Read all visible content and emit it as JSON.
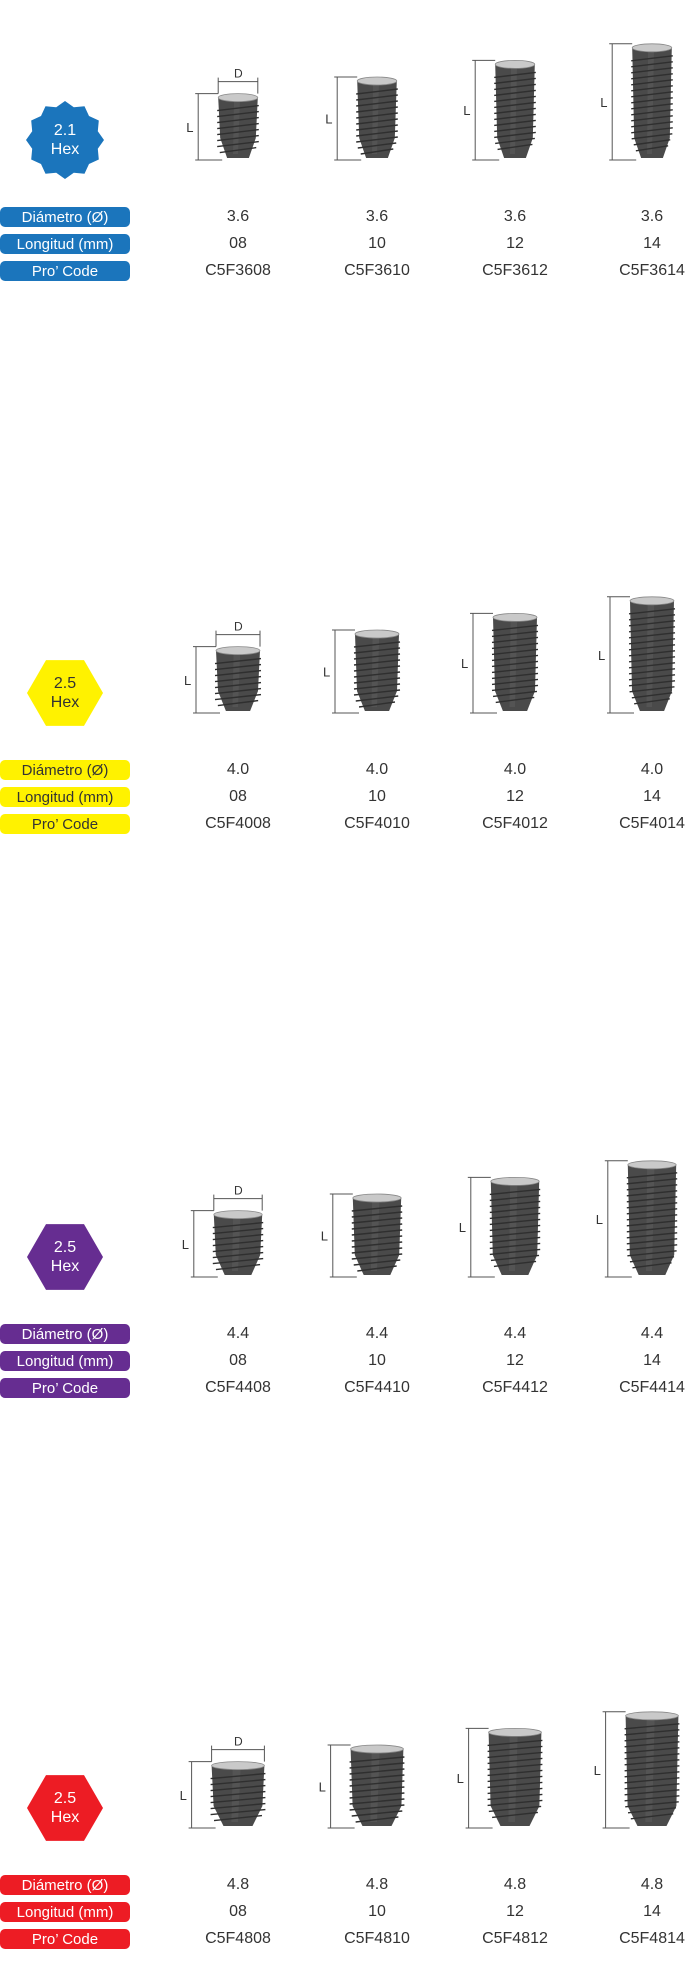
{
  "row_labels": {
    "diameter": "Diámetro (Ø)",
    "length": "Longitud (mm)",
    "code": "Pro’ Code"
  },
  "dimension_labels": {
    "diameter": "D",
    "length": "L"
  },
  "sections": [
    {
      "badge": {
        "line1": "2.1",
        "line2": "Hex",
        "shape": "star",
        "color": "#1B75BC",
        "text_color": "#ffffff"
      },
      "pill_color": "#1B75BC",
      "pill_text_color": "#ffffff",
      "diameters": [
        "3.6",
        "3.6",
        "3.6",
        "3.6"
      ],
      "lengths": [
        "08",
        "10",
        "12",
        "14"
      ],
      "codes": [
        "C5F3608",
        "C5F3610",
        "C5F3612",
        "C5F3614"
      ]
    },
    {
      "badge": {
        "line1": "2.5",
        "line2": "Hex",
        "shape": "hexagon",
        "color": "#FFF200",
        "text_color": "#333333"
      },
      "pill_color": "#FFF200",
      "pill_text_color": "#333333",
      "diameters": [
        "4.0",
        "4.0",
        "4.0",
        "4.0"
      ],
      "lengths": [
        "08",
        "10",
        "12",
        "14"
      ],
      "codes": [
        "C5F4008",
        "C5F4010",
        "C5F4012",
        "C5F4014"
      ]
    },
    {
      "badge": {
        "line1": "2.5",
        "line2": "Hex",
        "shape": "hexagon",
        "color": "#662D91",
        "text_color": "#ffffff"
      },
      "pill_color": "#662D91",
      "pill_text_color": "#ffffff",
      "diameters": [
        "4.4",
        "4.4",
        "4.4",
        "4.4"
      ],
      "lengths": [
        "08",
        "10",
        "12",
        "14"
      ],
      "codes": [
        "C5F4408",
        "C5F4410",
        "C5F4412",
        "C5F4414"
      ]
    },
    {
      "badge": {
        "line1": "2.5",
        "line2": "Hex",
        "shape": "hexagon",
        "color": "#ED1C24",
        "text_color": "#ffffff"
      },
      "pill_color": "#ED1C24",
      "pill_text_color": "#ffffff",
      "diameters": [
        "4.8",
        "4.8",
        "4.8",
        "4.8"
      ],
      "lengths": [
        "08",
        "10",
        "12",
        "14"
      ],
      "codes": [
        "C5F4808",
        "C5F4810",
        "C5F4812",
        "C5F4814"
      ]
    }
  ]
}
